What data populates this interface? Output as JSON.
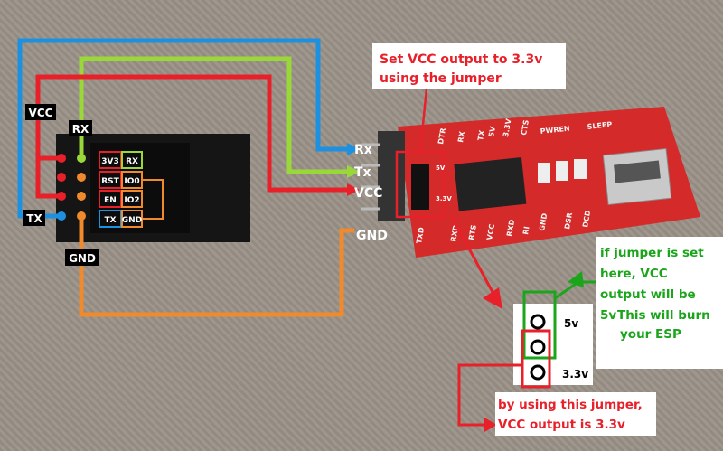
{
  "esp_module": {
    "pins_left": [
      "3V3",
      "RST",
      "EN",
      "TX"
    ],
    "pins_right": [
      "RX",
      "IO0",
      "IO2",
      "GND"
    ]
  },
  "ftdi_board": {
    "header_pins": [
      "Rx",
      "Tx",
      "VCC",
      "GND"
    ],
    "silk_top": [
      "DTR",
      "RX",
      "TX",
      "5V",
      "3.3V",
      "CTS",
      "PWREN",
      "SLEEP"
    ],
    "silk_bottom": [
      "TXD",
      "RXD",
      "RTS",
      "VCC",
      "RXD",
      "RI",
      "GND",
      "DSR",
      "DCD"
    ],
    "jumper_silk": [
      "5V",
      "3.3V"
    ]
  },
  "wire_labels": {
    "vcc": "VCC",
    "rx": "RX",
    "tx": "TX",
    "gnd": "GND"
  },
  "callouts": {
    "set_vcc_line1": "Set VCC output to 3.3v",
    "set_vcc_line2": "using the jumper",
    "warning_line1": "if jumper is set",
    "warning_line2": "here, VCC",
    "warning_line3": "output will be",
    "warning_line4a": "5v",
    "warning_line4b": "This will burn",
    "warning_line5": "your ESP",
    "ok_line1": "by using this jumper,",
    "ok_line2": "VCC output is 3.3v"
  },
  "jumper_detail": {
    "label_5v": "5v",
    "label_33v": "3.3v"
  },
  "colors": {
    "rx_wire": "#1e90e0",
    "tx_wire": "#9ad83a",
    "vcc_wire": "#e8202a",
    "gnd_wire": "#f08a2c",
    "board_red": "#d42a2a",
    "esp_black": "#1a1a1a",
    "warning_text": "#1aa51a",
    "alert_text": "#e8202a"
  }
}
